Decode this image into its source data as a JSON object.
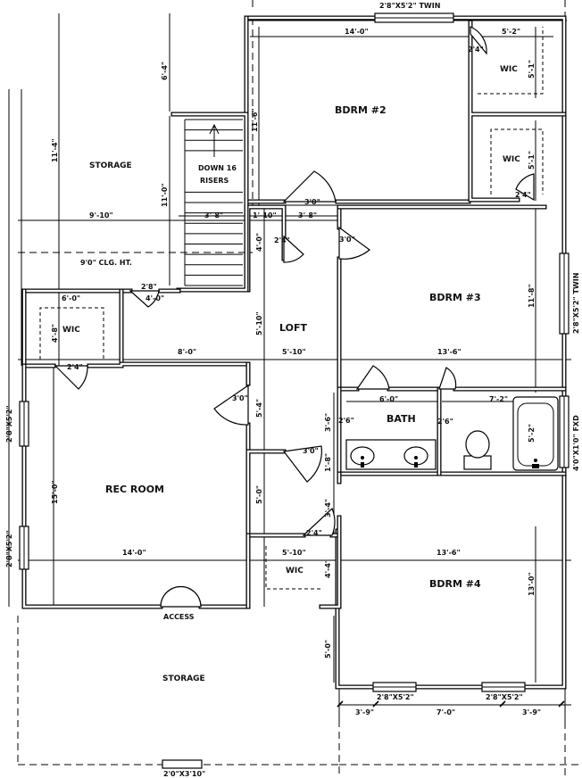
{
  "rooms": {
    "bdrm2": "BDRM #2",
    "bdrm3": "BDRM #3",
    "bdrm4": "BDRM #4",
    "loft": "LOFT",
    "bath": "BATH",
    "rec_room": "REC ROOM",
    "storage_top": "STORAGE",
    "storage_bottom": "STORAGE",
    "wic1": "WIC",
    "wic2": "WIC",
    "wic3": "WIC",
    "wic4": "WIC",
    "stair_line1": "DOWN 16",
    "stair_line2": "RISERS",
    "ceiling_height": "9'0\" CLG. HT.",
    "access": "ACCESS"
  },
  "windows": {
    "top_twin": "2'8\"X5'2\" TWIN",
    "right_twin": "2'8\"X5'2\" TWIN",
    "right_fixed": "4'0\"X1'0\" FXD",
    "bottom_left": "2'8\"X5'2\"",
    "bottom_right": "2'8\"X5'2\"",
    "left_upper": "2'8\"X5'2\"",
    "left_lower": "2'8\"X5'2\"",
    "storage_window": "2'0\"X3'10\""
  },
  "dimensions": {
    "bdrm2_width": "14'-0\"",
    "wic1_width": "5'-2\"",
    "door_bdrm2_wic": "2'4\"",
    "wic1_depth": "5'-1\"",
    "wic2_depth": "5'-1\"",
    "door_wic2": "2'4\"",
    "bdrm2_depth": "11'-6\"",
    "top_left_vert": "6'-4\"",
    "storage_depth": "11'-4\"",
    "stair_run": "11'-0\"",
    "storage_width": "9'-10\"",
    "stair_width": "3'-8\"",
    "hall_1": "1'-10\"",
    "hall_2": "3'-8\"",
    "door_bdrm2": "3'0\"",
    "closet_depth": "4'-0\"",
    "door_closet": "2'4\"",
    "door_bdrm3": "3'0\"",
    "door_storage_a": "2'8\"",
    "door_storage_b": "4'-0\"",
    "wic3_width": "6'-0\"",
    "wic3_depth": "4'-8\"",
    "door_wic3": "2'4\"",
    "loft_vert": "5'-10\"",
    "rec_top_left": "8'-0\"",
    "loft_width": "5'-10\"",
    "bdrm3_width": "13'-6\"",
    "bdrm3_depth": "11'-8\"",
    "door_rec": "3'0\"",
    "loft_lower_vert": "5'-4\"",
    "bath_sink_width": "6'-0\"",
    "bath_wc_width": "7'-2\"",
    "bath_depth": "3'-6\"",
    "door_bath1": "2'6\"",
    "door_bath2": "2'6\"",
    "tub_length": "5'-2\"",
    "door_bath_hall": "3'0\"",
    "hall_vert_a": "1'-8\"",
    "rec_depth": "15'-0\"",
    "hall_vert_b": "5'-0\"",
    "hall_vert_c": "3'-4\"",
    "door_wic4": "2'4\"",
    "rec_width": "14'-0\"",
    "wic4_width": "5'-10\"",
    "bdrm4_width": "13'-6\"",
    "wic4_depth": "4'-4\"",
    "bdrm4_depth": "13'-0\"",
    "bdrm4_left_vert": "5'-0\"",
    "bottom_a": "3'-9\"",
    "bottom_b": "7'-0\"",
    "bottom_c": "3'-9\""
  }
}
